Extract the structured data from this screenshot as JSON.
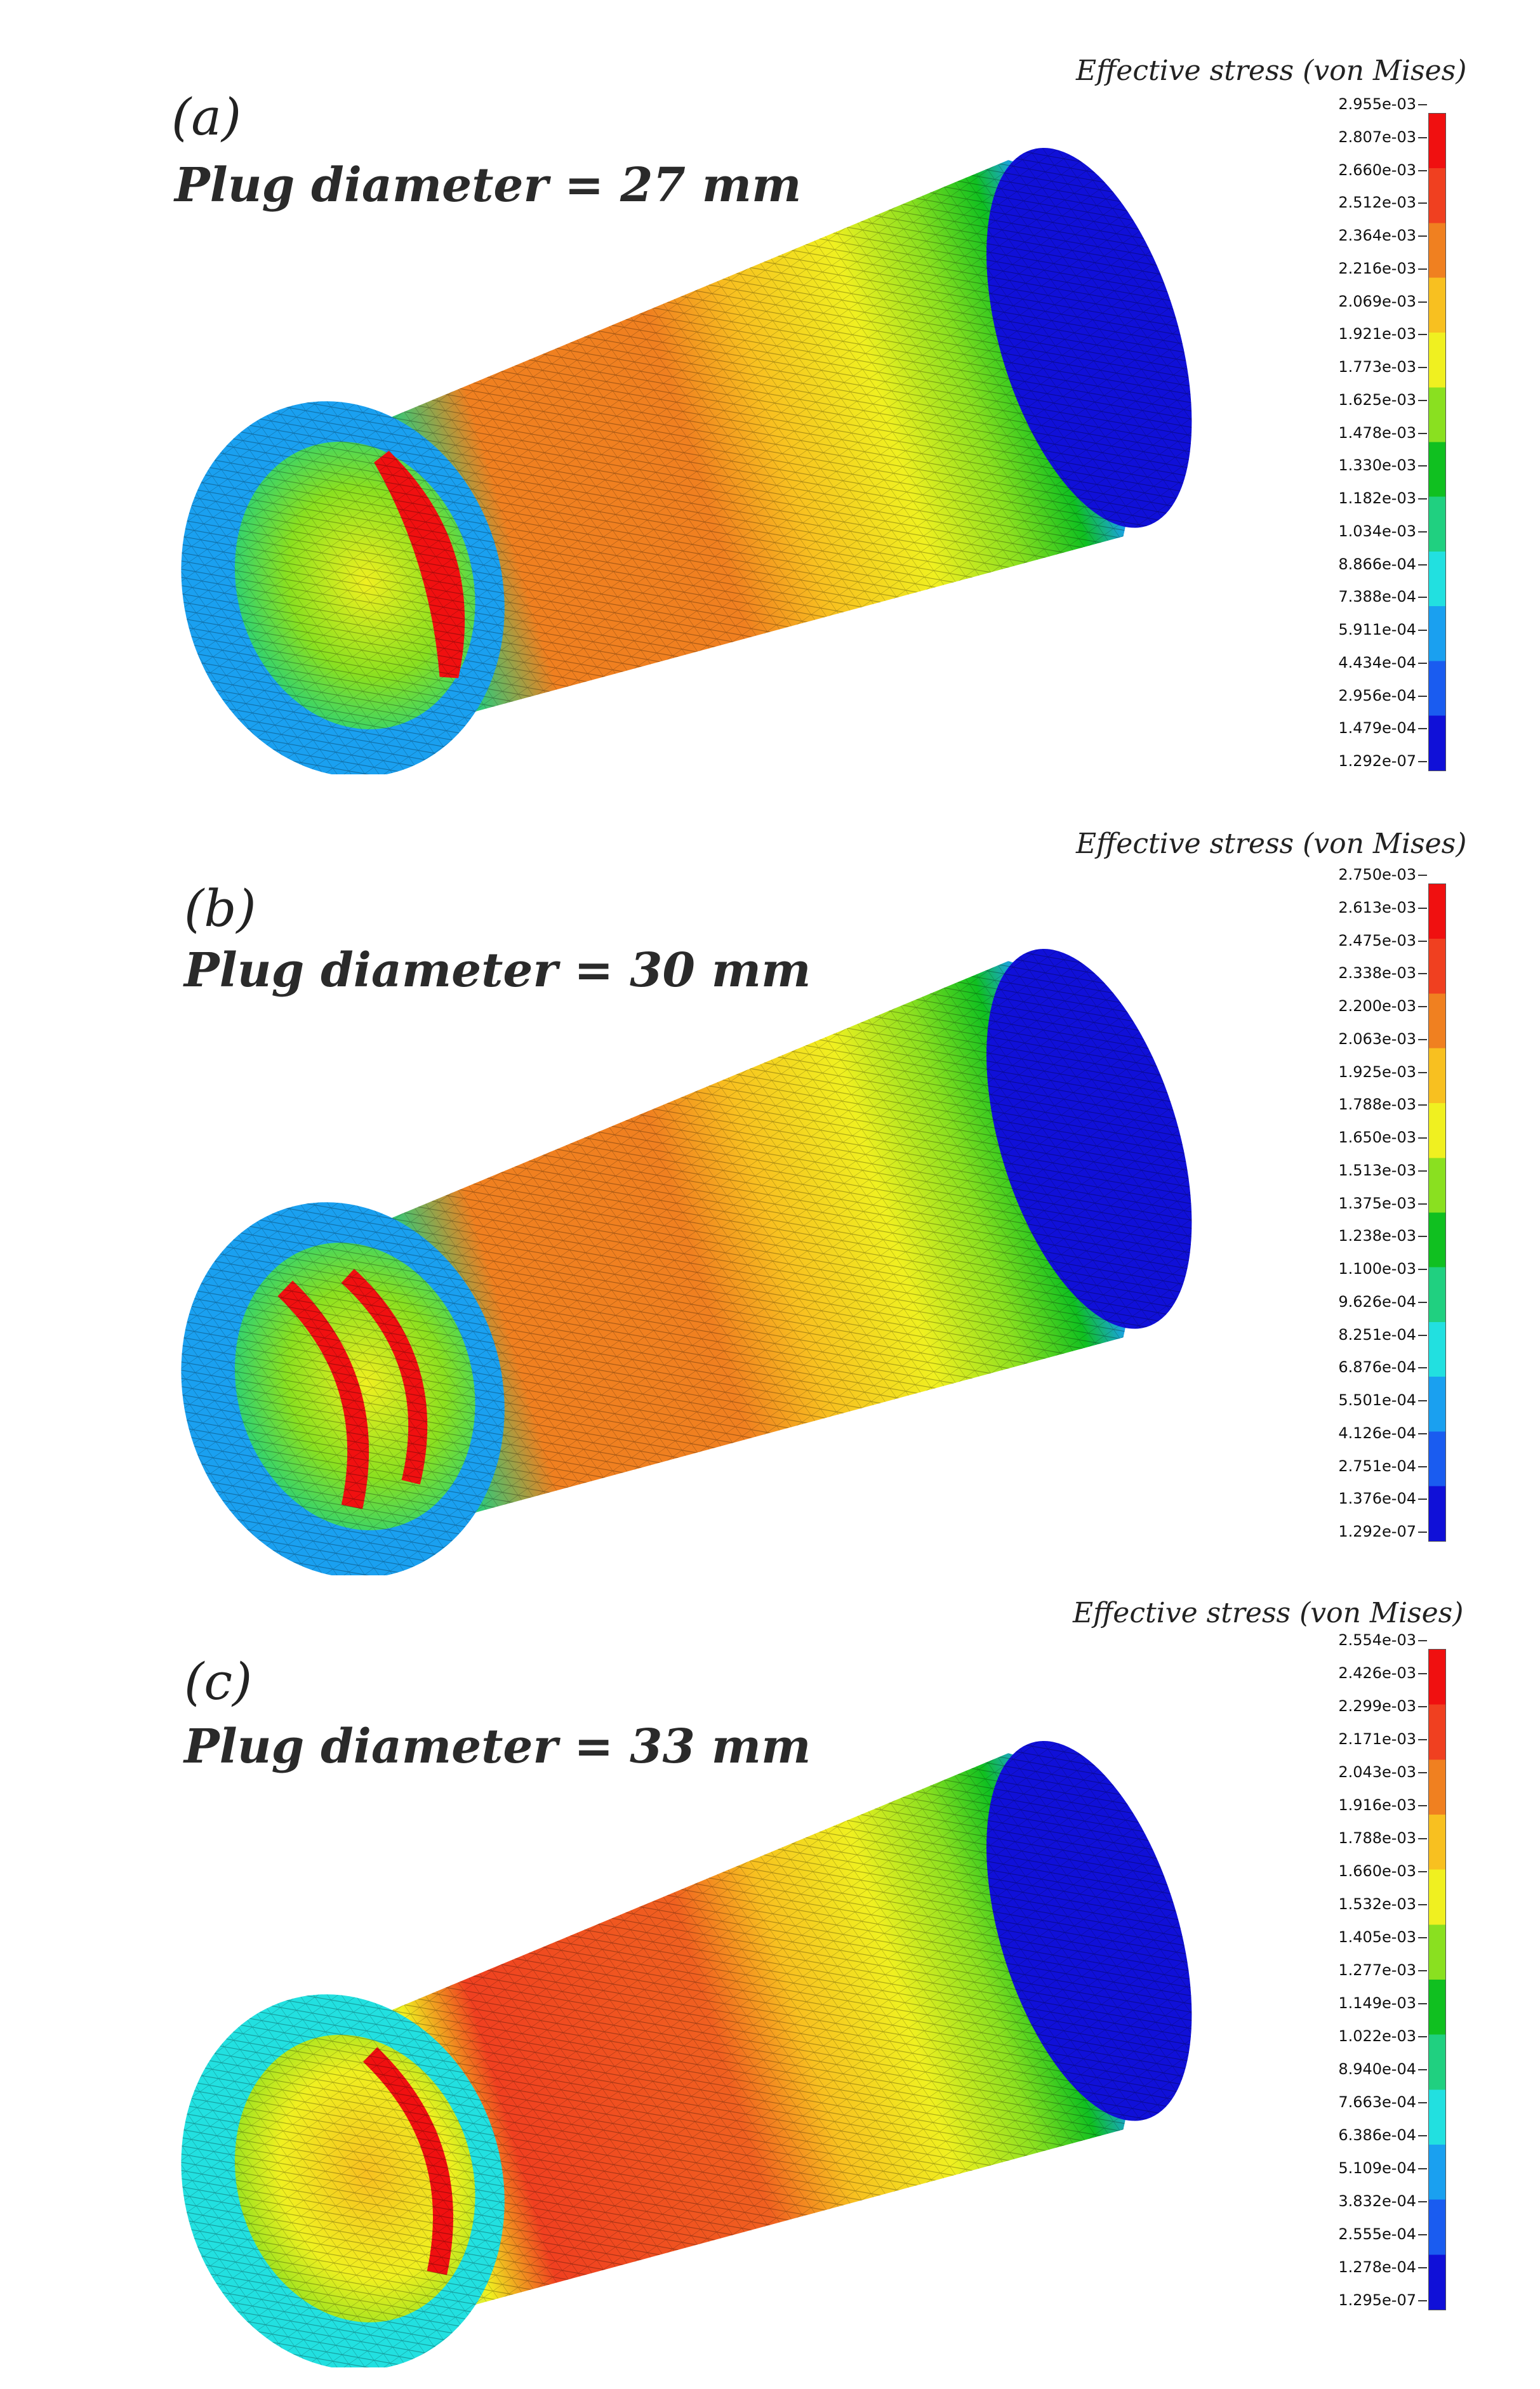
{
  "legend_title": "Effective stress (von Mises)",
  "colors": {
    "scale": [
      "#1010d8",
      "#1a5cf0",
      "#1aa0f0",
      "#22e0e0",
      "#20d080",
      "#10c020",
      "#8ae020",
      "#f0f020",
      "#f8c020",
      "#f08020",
      "#f04020",
      "#f01010"
    ]
  },
  "panels": [
    {
      "label": "(a)",
      "description": "Plug diameter = 27 mm",
      "ticks": [
        "2.955e-03",
        "2.807e-03",
        "2.660e-03",
        "2.512e-03",
        "2.364e-03",
        "2.216e-03",
        "2.069e-03",
        "1.921e-03",
        "1.773e-03",
        "1.625e-03",
        "1.478e-03",
        "1.330e-03",
        "1.182e-03",
        "1.034e-03",
        "8.866e-04",
        "7.388e-04",
        "5.911e-04",
        "4.434e-04",
        "2.956e-04",
        "1.479e-04",
        "1.292e-07"
      ]
    },
    {
      "label": "(b)",
      "description": "Plug diameter = 30 mm",
      "ticks": [
        "2.750e-03",
        "2.613e-03",
        "2.475e-03",
        "2.338e-03",
        "2.200e-03",
        "2.063e-03",
        "1.925e-03",
        "1.788e-03",
        "1.650e-03",
        "1.513e-03",
        "1.375e-03",
        "1.238e-03",
        "1.100e-03",
        "9.626e-04",
        "8.251e-04",
        "6.876e-04",
        "5.501e-04",
        "4.126e-04",
        "2.751e-04",
        "1.376e-04",
        "1.292e-07"
      ]
    },
    {
      "label": "(c)",
      "description": "Plug diameter = 33 mm",
      "ticks": [
        "2.554e-03",
        "2.426e-03",
        "2.299e-03",
        "2.171e-03",
        "2.043e-03",
        "1.916e-03",
        "1.788e-03",
        "1.660e-03",
        "1.532e-03",
        "1.405e-03",
        "1.277e-03",
        "1.149e-03",
        "1.022e-03",
        "8.940e-04",
        "7.663e-04",
        "6.386e-04",
        "5.109e-04",
        "3.832e-04",
        "2.555e-04",
        "1.278e-04",
        "1.295e-07"
      ]
    }
  ]
}
